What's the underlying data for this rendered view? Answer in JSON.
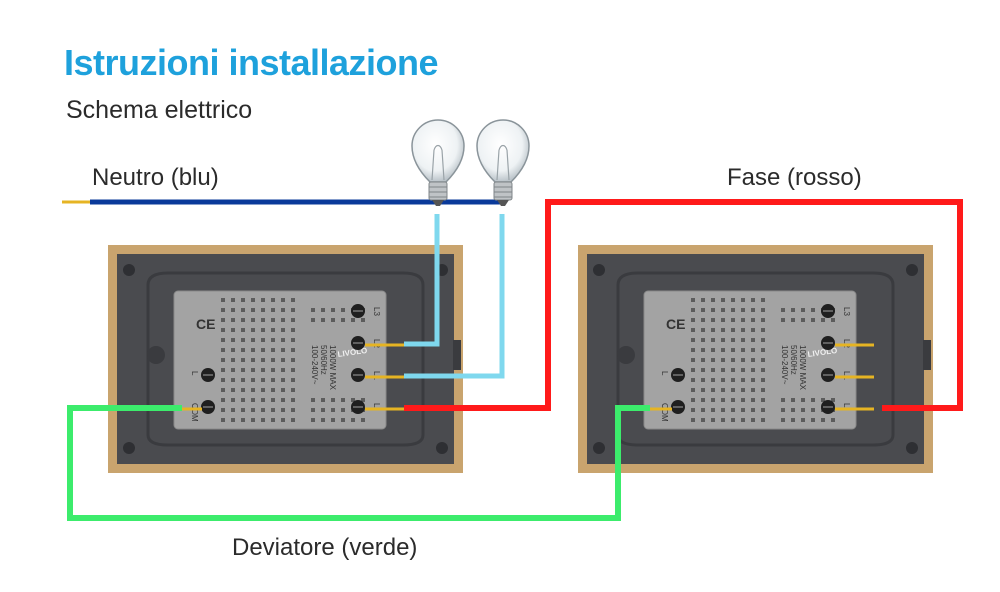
{
  "header": {
    "title": "Istruzioni installazione",
    "subtitle": "Schema elettrico"
  },
  "wires": {
    "neutral": {
      "label": "Neutro (blu)",
      "color": "#0a3a9a"
    },
    "phase": {
      "label": "Fase (rosso)",
      "color": "#ff1a1a"
    },
    "traveler": {
      "label": "Deviatore (verde)",
      "color": "#3cec6c"
    },
    "lamp_feed": {
      "color": "#7fd8ee"
    }
  },
  "colors": {
    "frame": "#c9a46e",
    "plate": "#4a4b4f",
    "module": "#a3a3a3",
    "terminal": "#1f1f1f",
    "conductor": "#e6b423"
  },
  "lamps": [
    {
      "name": "lamp-1",
      "icon": "light-bulb-icon"
    },
    {
      "name": "lamp-2",
      "icon": "light-bulb-icon"
    }
  ],
  "switches": [
    {
      "name": "switch-left",
      "ce_mark": "CE",
      "rating_lines": [
        "100-240V~",
        "50/60Hz",
        "1000W MAX"
      ],
      "brand": "LIVOLO",
      "terminals": [
        "L3",
        "L2",
        "L1",
        "L"
      ],
      "side_terminals": [
        "L",
        "COM"
      ]
    },
    {
      "name": "switch-right",
      "ce_mark": "CE",
      "rating_lines": [
        "100-240V~",
        "50/60Hz",
        "1000W MAX"
      ],
      "brand": "LIVOLO",
      "terminals": [
        "L3",
        "L2",
        "L1",
        "L"
      ],
      "side_terminals": [
        "L",
        "COM"
      ]
    }
  ]
}
